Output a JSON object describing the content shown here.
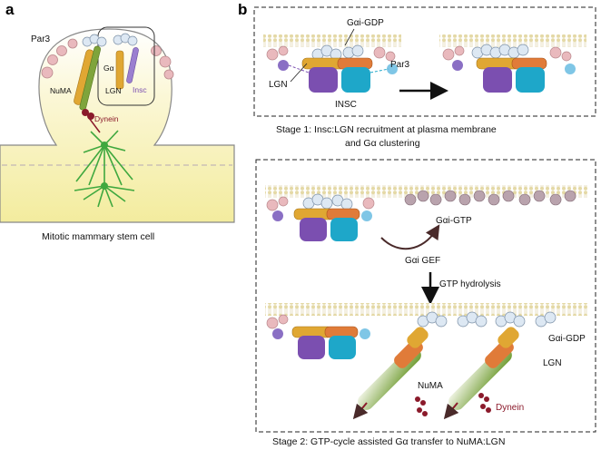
{
  "panels": {
    "a": {
      "letter": "a",
      "labels": {
        "par3": "Par3",
        "numa": "NuMA",
        "galpha": "Gα",
        "lgn": "LGN",
        "insc": "Insc",
        "dynein": "Dynein"
      },
      "caption": "Mitotic mammary stem cell"
    },
    "b": {
      "letter": "b",
      "stage1": {
        "labels": {
          "gai_gdp": "Gαi-GDP",
          "par3": "Par3",
          "lgn": "LGN",
          "insc": "INSC"
        },
        "caption_line1": "Stage 1: Insc:LGN recruitment at plasma membrane",
        "caption_line2": "and Gα clustering"
      },
      "stage2": {
        "labels": {
          "gai_gtp": "Gαi-GTP",
          "gai_gef": "Gαi GEF",
          "gtp_hydrolysis": "GTP hydrolysis",
          "gai_gdp": "Gαi-GDP",
          "lgn": "LGN",
          "numa": "NuMA",
          "dynein": "Dynein"
        },
        "caption": "Stage 2: GTP-cycle assisted Gα transfer to NuMA:LGN"
      }
    }
  },
  "colors": {
    "membrane": "#e9dfb3",
    "cytoplasm": "#f7f2b4",
    "insc": "#7b4fb0",
    "insc_cyan": "#1ea7c9",
    "lgn": "#e0a733",
    "lgn_orange": "#e07b39",
    "numa": "#7fa43b",
    "dynein": "#8b1a2b",
    "par3": "#e9b9bd",
    "gai": "#dde8f3",
    "spindle": "#3fa83f"
  }
}
